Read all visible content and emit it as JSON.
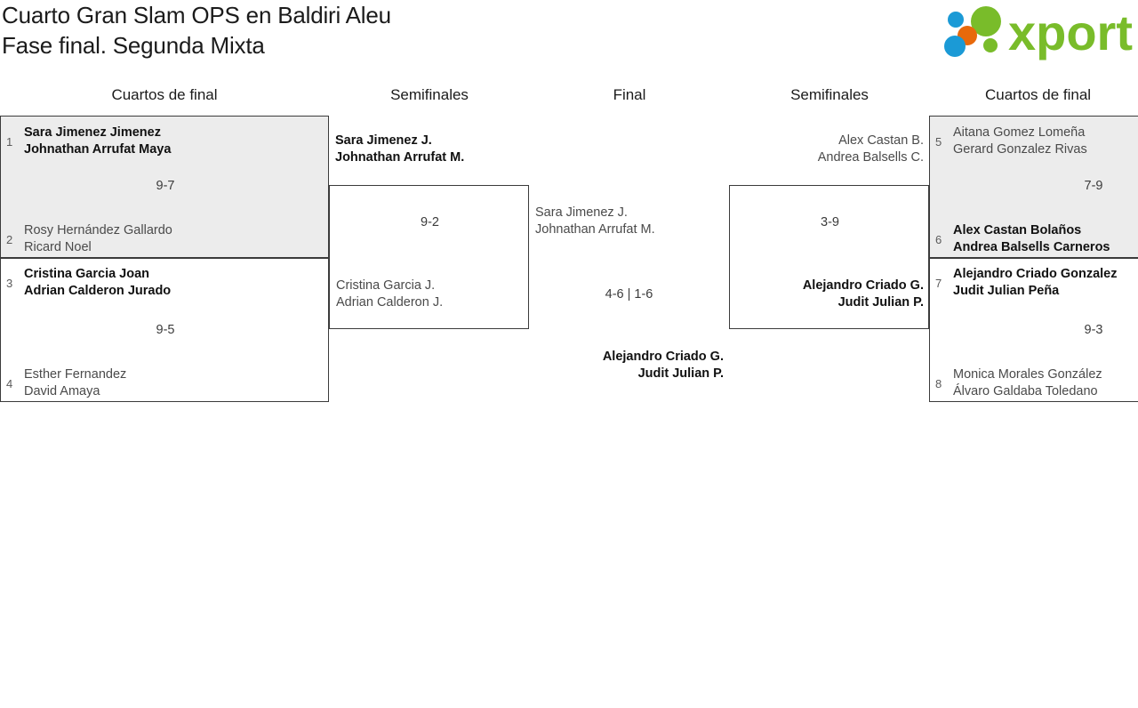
{
  "header": {
    "title_line1": "Cuarto Gran Slam OPS en Baldiri Aleu",
    "title_line2": "Fase final. Segunda Mixta",
    "logo_text": "xporty",
    "logo_colors": {
      "green": "#79bc2a",
      "orange": "#e8690b",
      "blue": "#1b9ad6"
    }
  },
  "rounds": [
    {
      "label": "Cuartos de final"
    },
    {
      "label": "Semifinales"
    },
    {
      "label": "Final"
    },
    {
      "label": "Semifinales"
    },
    {
      "label": "Cuartos de final"
    }
  ],
  "bracket": {
    "left_quarterfinals": [
      {
        "score": "9-7",
        "top": {
          "seed": "1",
          "p1": "Sara Jimenez Jimenez",
          "p2": "Johnathan Arrufat Maya",
          "winner": true
        },
        "bottom": {
          "seed": "2",
          "p1": "Rosy Hernández Gallardo",
          "p2": "Ricard Noel",
          "winner": false
        }
      },
      {
        "score": "9-5",
        "top": {
          "seed": "3",
          "p1": "Cristina Garcia Joan",
          "p2": "Adrian Calderon Jurado",
          "winner": true
        },
        "bottom": {
          "seed": "4",
          "p1": "Esther Fernandez",
          "p2": "David Amaya",
          "winner": false
        }
      }
    ],
    "left_semifinal": {
      "score": "9-2",
      "top": {
        "p1": "Sara Jimenez J.",
        "p2": "Johnathan Arrufat M.",
        "winner": true
      },
      "bottom": {
        "p1": "Cristina Garcia J.",
        "p2": "Adrian Calderon J.",
        "winner": false
      }
    },
    "final": {
      "score": "4-6 | 1-6",
      "top": {
        "p1": "Sara Jimenez J.",
        "p2": "Johnathan Arrufat M.",
        "winner": false
      },
      "bottom": {
        "p1": "Alejandro Criado G.",
        "p2": "Judit Julian P.",
        "winner": true
      }
    },
    "right_semifinal": {
      "score": "3-9",
      "top": {
        "p1": "Alex Castan B.",
        "p2": "Andrea Balsells C.",
        "winner": false
      },
      "bottom": {
        "p1": "Alejandro Criado G.",
        "p2": "Judit Julian P.",
        "winner": true
      }
    },
    "right_quarterfinals": [
      {
        "score": "7-9",
        "top": {
          "seed": "5",
          "p1": "Aitana Gomez Lomeña",
          "p2": "Gerard Gonzalez Rivas",
          "winner": false
        },
        "bottom": {
          "seed": "6",
          "p1": "Alex Castan Bolaños",
          "p2": "Andrea Balsells Carneros",
          "winner": true
        }
      },
      {
        "score": "9-3",
        "top": {
          "seed": "7",
          "p1": "Alejandro Criado Gonzalez",
          "p2": "Judit Julian Peña",
          "winner": true
        },
        "bottom": {
          "seed": "8",
          "p1": "Monica Morales González",
          "p2": "Álvaro Galdaba Toledano",
          "winner": false
        }
      }
    ]
  }
}
